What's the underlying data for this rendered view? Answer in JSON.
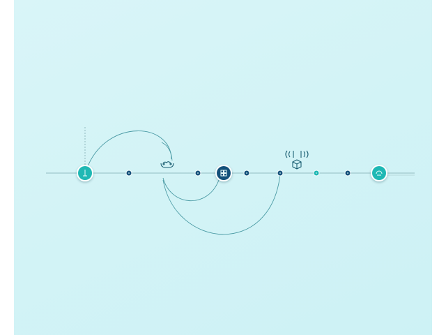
{
  "colors": {
    "background": "#d4f3f6",
    "timeline": "#9fc7cc",
    "arc": "#4a9aa4",
    "teal": "#1fb8b4",
    "navy": "#14507a",
    "small_node": "#1d4f73",
    "glyph_stroke": "#1a5e72"
  },
  "nodes": [
    {
      "kind": "large",
      "color": "teal",
      "icon": "pin-icon"
    },
    {
      "kind": "small",
      "color": "navy",
      "icon": "dot-icon"
    },
    {
      "kind": "small",
      "color": "navy",
      "icon": "dot-icon"
    },
    {
      "kind": "large",
      "color": "navy",
      "icon": "grid-icon"
    },
    {
      "kind": "small",
      "color": "navy",
      "icon": "dot-icon"
    },
    {
      "kind": "small",
      "color": "navy",
      "icon": "dot-icon"
    },
    {
      "kind": "small",
      "color": "teal",
      "icon": "dot-icon"
    },
    {
      "kind": "small",
      "color": "navy",
      "icon": "dot-icon"
    },
    {
      "kind": "large",
      "color": "teal",
      "icon": "loop-icon"
    }
  ],
  "glyphs": [
    {
      "icon": "cloud-bracket-icon"
    },
    {
      "icon": "radio-waves-icon"
    },
    {
      "icon": "cube-icon"
    }
  ]
}
